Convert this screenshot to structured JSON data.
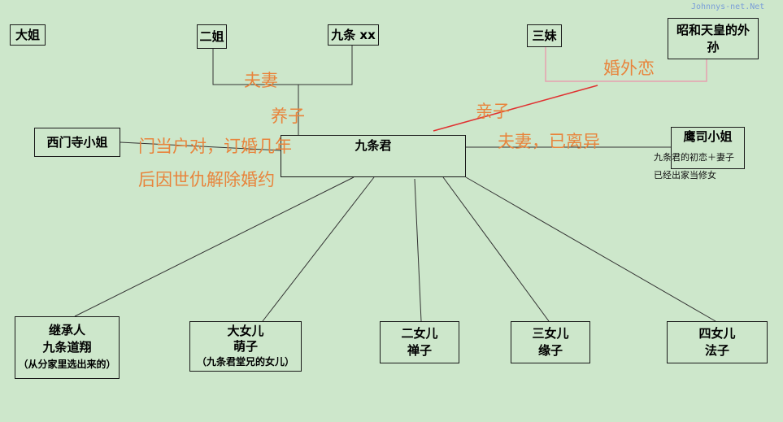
{
  "watermark": "Johnnys-net.Net",
  "nodes": {
    "eldest_sister": "大姐",
    "second_sister": "二姐",
    "kujo_xx": "九条 xx",
    "third_sister": "三妹",
    "showa_grandson": "昭和天皇的外孙",
    "saionji": "西门寺小姐",
    "kujo_kun": "九条君",
    "takatsukasa": "鹰司小姐",
    "heir": {
      "l1": "继承人",
      "l2": "九条道翔",
      "l3": "（从分家里选出来的）"
    },
    "daughter1": {
      "l1": "大女儿",
      "l2": "萌子",
      "l3": "（九条君堂兄的女儿）"
    },
    "daughter2": {
      "l1": "二女儿",
      "l2": "禅子"
    },
    "daughter3": {
      "l1": "三女儿",
      "l2": "缘子"
    },
    "daughter4": {
      "l1": "四女儿",
      "l2": "法子"
    }
  },
  "notes": {
    "takatsukasa_1": "九条君的初恋＋妻子",
    "takatsukasa_2": "已经出家当修女"
  },
  "relations": {
    "couple": "夫妻",
    "adopted": "养子",
    "affair": "婚外恋",
    "biological": "亲子",
    "engaged": "门当户对，订婚几年",
    "broken": "后因世仇解除婚约",
    "divorced": "夫妻，已离异"
  },
  "colors": {
    "bg": "#cde7cb",
    "label": "#e8843c",
    "affair_line": "#e6a0b0",
    "child_line": "#e03030"
  }
}
